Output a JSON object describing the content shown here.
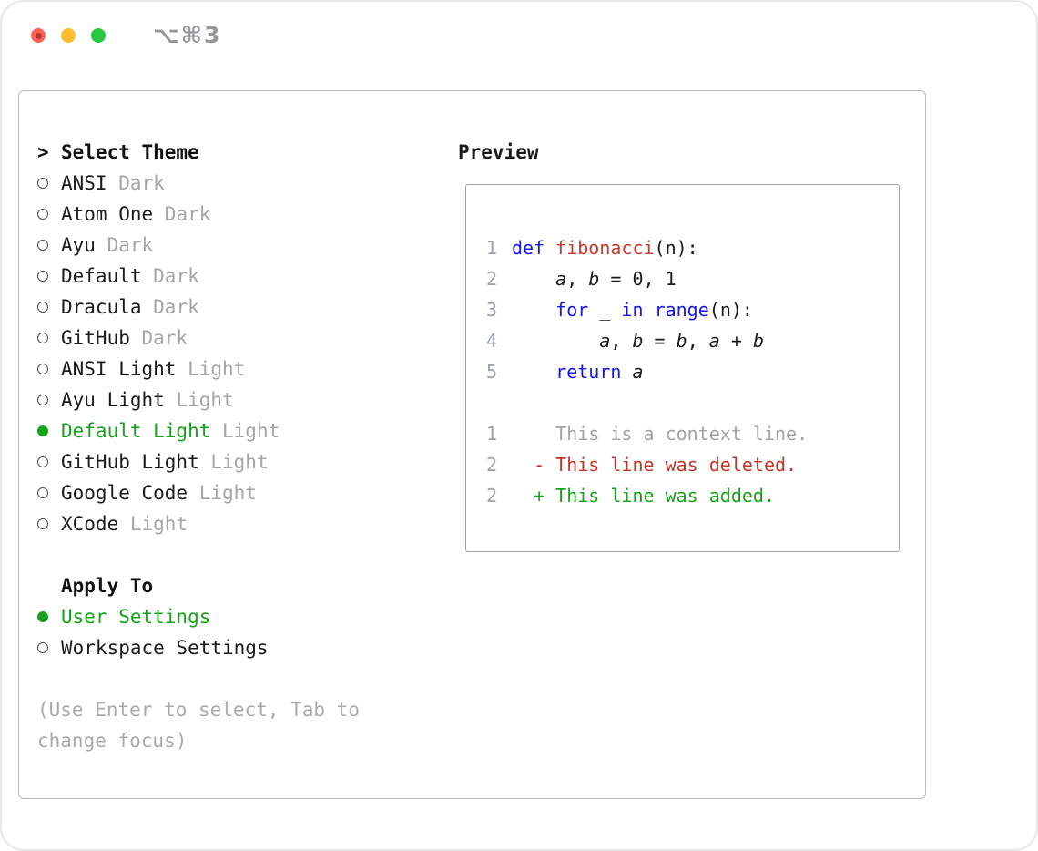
{
  "titlebar": {
    "shortcut": "⌥⌘3"
  },
  "colors": {
    "keyword": "#1717e6",
    "function_name": "#c23a31",
    "deleted": "#c8332b",
    "added": "#16a31c",
    "selected_green": "#16a31c",
    "muted_gray": "#a6a6a6",
    "traffic_red": "#ff5f57",
    "traffic_yellow": "#febc2e",
    "traffic_green": "#28c840"
  },
  "theme_picker": {
    "prompt_char": ">",
    "title": "Select Theme",
    "items": [
      {
        "name": "ANSI",
        "variant": "Dark",
        "selected": false
      },
      {
        "name": "Atom One",
        "variant": "Dark",
        "selected": false
      },
      {
        "name": "Ayu",
        "variant": "Dark",
        "selected": false
      },
      {
        "name": "Default",
        "variant": "Dark",
        "selected": false
      },
      {
        "name": "Dracula",
        "variant": "Dark",
        "selected": false
      },
      {
        "name": "GitHub",
        "variant": "Dark",
        "selected": false
      },
      {
        "name": "ANSI Light",
        "variant": "Light",
        "selected": false
      },
      {
        "name": "Ayu Light",
        "variant": "Light",
        "selected": false
      },
      {
        "name": "Default Light",
        "variant": "Light",
        "selected": true
      },
      {
        "name": "GitHub Light",
        "variant": "Light",
        "selected": false
      },
      {
        "name": "Google Code",
        "variant": "Light",
        "selected": false
      },
      {
        "name": "XCode",
        "variant": "Light",
        "selected": false
      }
    ]
  },
  "apply_to": {
    "title": "Apply To",
    "options": [
      {
        "label": "User Settings",
        "selected": true
      },
      {
        "label": "Workspace Settings",
        "selected": false
      }
    ]
  },
  "hint": "(Use Enter to select, Tab to change focus)",
  "preview": {
    "title": "Preview",
    "code_lines": [
      {
        "num": "1",
        "tokens": [
          {
            "text": "def",
            "style": "kw"
          },
          {
            "text": " ",
            "style": "plain"
          },
          {
            "text": "fibonacci",
            "style": "fn"
          },
          {
            "text": "(n):",
            "style": "plain"
          }
        ]
      },
      {
        "num": "2",
        "tokens": [
          {
            "text": "    ",
            "style": "plain"
          },
          {
            "text": "a",
            "style": "var"
          },
          {
            "text": ", ",
            "style": "plain"
          },
          {
            "text": "b",
            "style": "var"
          },
          {
            "text": " = 0, 1",
            "style": "plain"
          }
        ]
      },
      {
        "num": "3",
        "tokens": [
          {
            "text": "    ",
            "style": "plain"
          },
          {
            "text": "for",
            "style": "kw"
          },
          {
            "text": " _ ",
            "style": "plain"
          },
          {
            "text": "in",
            "style": "kw"
          },
          {
            "text": " ",
            "style": "plain"
          },
          {
            "text": "range",
            "style": "kw"
          },
          {
            "text": "(n):",
            "style": "plain"
          }
        ]
      },
      {
        "num": "4",
        "tokens": [
          {
            "text": "        ",
            "style": "plain"
          },
          {
            "text": "a",
            "style": "var"
          },
          {
            "text": ", ",
            "style": "plain"
          },
          {
            "text": "b",
            "style": "var"
          },
          {
            "text": " = ",
            "style": "plain"
          },
          {
            "text": "b",
            "style": "var"
          },
          {
            "text": ", ",
            "style": "plain"
          },
          {
            "text": "a",
            "style": "var"
          },
          {
            "text": " + ",
            "style": "plain"
          },
          {
            "text": "b",
            "style": "var"
          }
        ]
      },
      {
        "num": "5",
        "tokens": [
          {
            "text": "    ",
            "style": "plain"
          },
          {
            "text": "return",
            "style": "kw"
          },
          {
            "text": " ",
            "style": "plain"
          },
          {
            "text": "a",
            "style": "var"
          }
        ]
      }
    ],
    "diff_lines": [
      {
        "num": "1",
        "tokens": [
          {
            "text": "    This is a context line.",
            "style": "ctx"
          }
        ]
      },
      {
        "num": "2",
        "tokens": [
          {
            "text": "  - This line was deleted.",
            "style": "del"
          }
        ]
      },
      {
        "num": "2",
        "tokens": [
          {
            "text": "  + This line was added.",
            "style": "add"
          }
        ]
      }
    ]
  }
}
